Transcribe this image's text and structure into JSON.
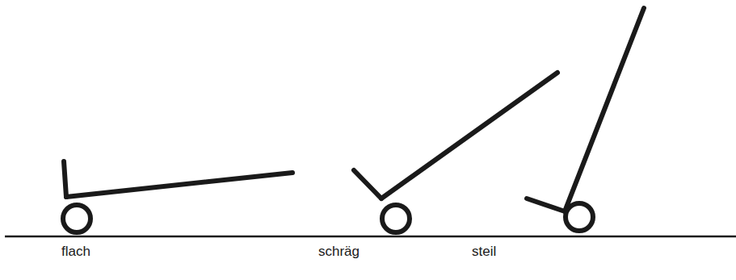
{
  "diagram": {
    "labels": [
      "flach",
      "schräg",
      "steil"
    ]
  }
}
